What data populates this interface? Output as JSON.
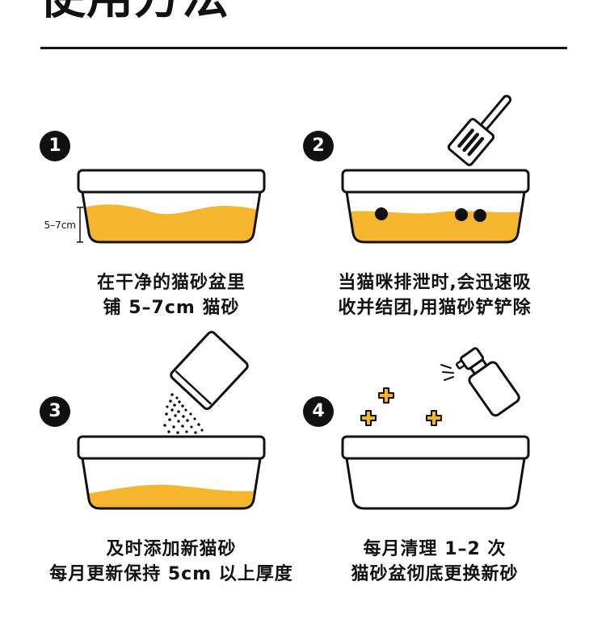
{
  "title": "使用方法",
  "steps": [
    {
      "number": "1",
      "depth_label": "5–7cm",
      "caption": [
        "在干净的猫砂盆里",
        "铺 5–7cm 猫砂"
      ],
      "icons": [
        "litter-box-icon"
      ]
    },
    {
      "number": "2",
      "caption": [
        "当猫咪排泄时,会迅速吸",
        "收并结团,用猫砂铲铲除"
      ],
      "icons": [
        "litter-box-icon",
        "litter-scoop-icon",
        "waste-clump-icon"
      ]
    },
    {
      "number": "3",
      "caption": [
        "及时添加新猫砂",
        "每月更新保持 5cm 以上厚度"
      ],
      "icons": [
        "litter-box-icon",
        "litter-bag-icon",
        "litter-granules-icon"
      ]
    },
    {
      "number": "4",
      "caption": [
        "每月清理 1–2 次",
        "猫砂盆彻底更换新砂"
      ],
      "icons": [
        "litter-box-icon",
        "spray-bottle-icon",
        "sparkle-icon"
      ]
    }
  ],
  "colors": {
    "ink": "#111111",
    "litter": "#F5B52E",
    "background": "#FFFFFF"
  }
}
